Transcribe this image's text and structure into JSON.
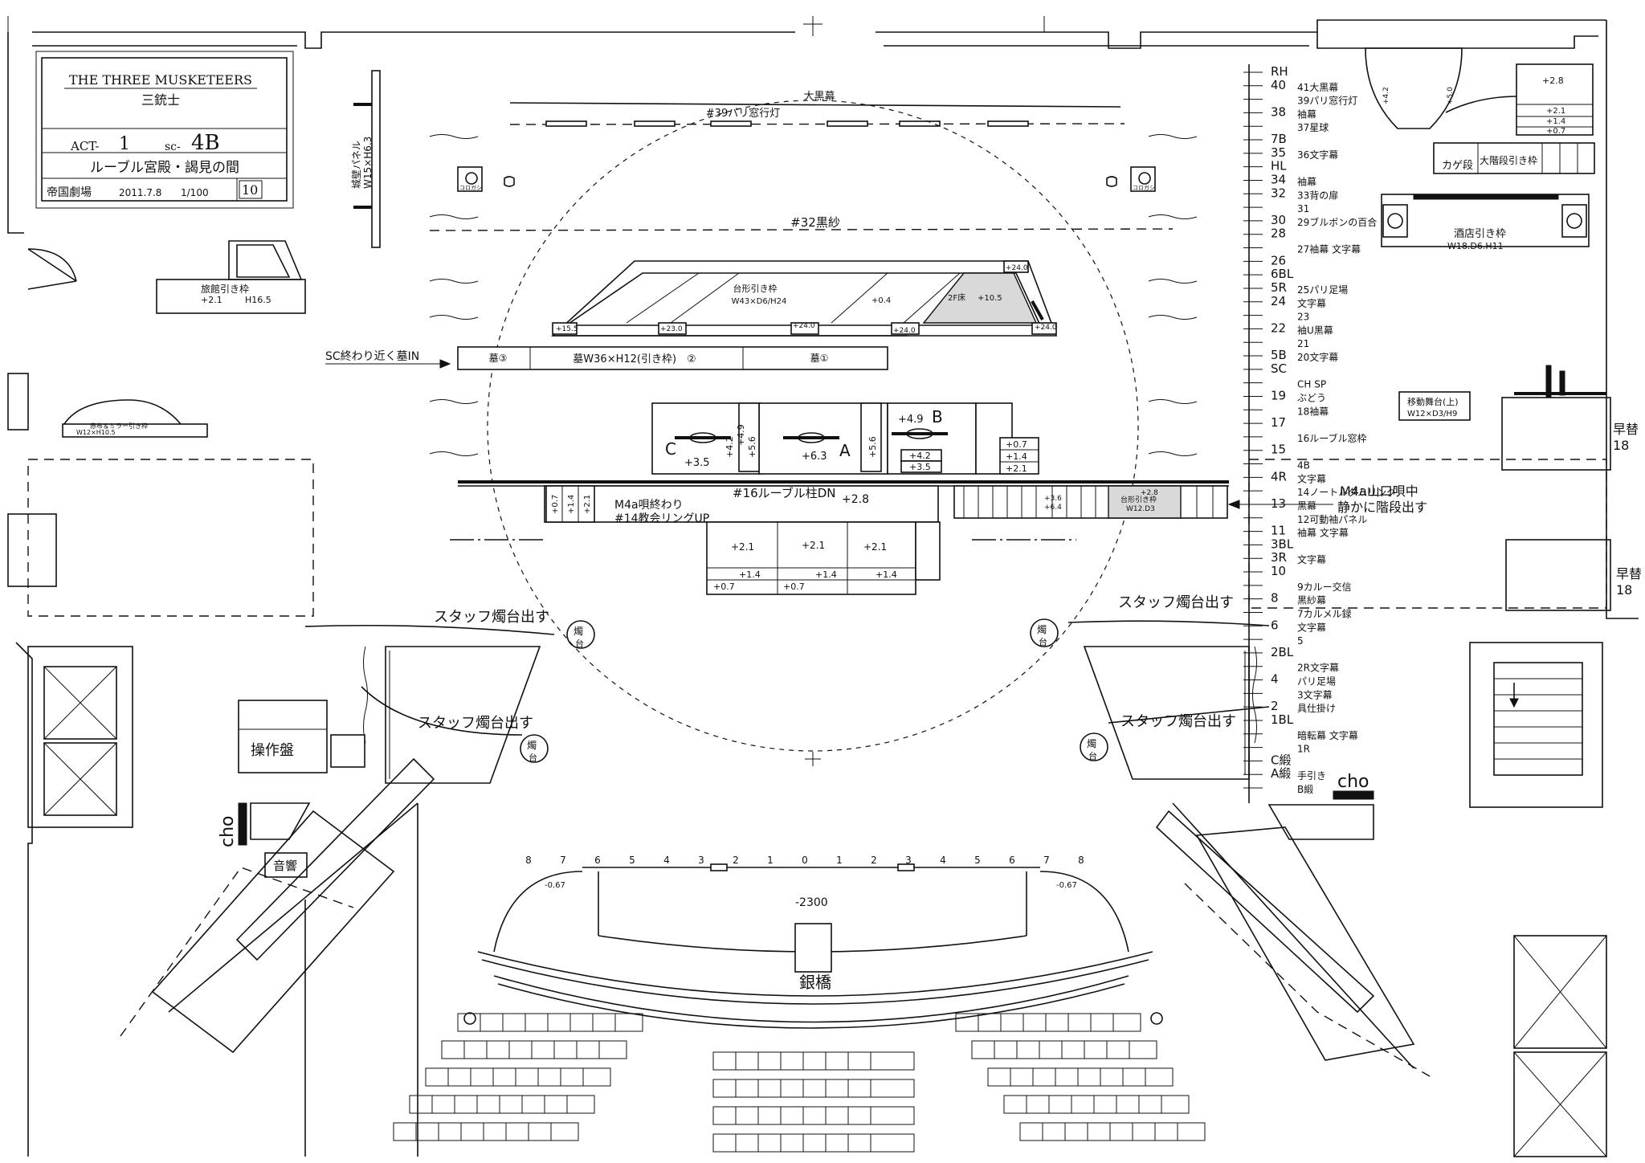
{
  "title_block": {
    "play": "THE THREE MUSKETEERS",
    "play_ja": "三銃士",
    "act_label": "ACT-",
    "act": "1",
    "sc_label": "sc-",
    "sc": "4B",
    "scene": "ルーブル宮殿・謁見の間",
    "theatre": "帝国劇場",
    "date": "2011.7.8",
    "scale": "1/100",
    "sheet": "10"
  },
  "upstage": {
    "curtain": "大黒幕",
    "lamps": "#39パリ窓行灯",
    "gauze": "#32黒紗",
    "wall_panel_1": "城壁パネル",
    "wall_panel_2": "W15×H6.3",
    "cart": "コロガシ"
  },
  "platform": {
    "title": "台形引き枠",
    "dims": "W43×D6/H24",
    "floor": "2F床",
    "floor_h": "+10.5",
    "mid": "+0.4",
    "h24": "+24.0",
    "h23": "+23.0",
    "h15": "+15.5"
  },
  "graves": {
    "cue": "SC終わり近く墓IN",
    "g3": "墓③",
    "g2": "墓W36×H12(引き枠)　②",
    "g1": "墓①"
  },
  "risers": {
    "A": "A",
    "B": "B",
    "C": "C",
    "a_h": "+6.3",
    "b_h": "+4.9",
    "c_h": "+3.5",
    "h42": "+4.2",
    "h56": "+5.6",
    "h49": "+4.9",
    "h07": "+0.7",
    "h14": "+1.4",
    "h21": "+2.1",
    "h35": "+3.5"
  },
  "downstage": {
    "pillar": "#16ルーブル柱DN",
    "pillar_h": "+2.8",
    "cue1": "M4a唄終わり",
    "cue2": "#14教会リングUP",
    "sr_platform": "台形引き枠",
    "sr_dims": "W12.D3",
    "sr_h": "+2.8",
    "h36": "+3.6",
    "h64": "+6.4",
    "sr_cue1": "M4a山口唄中",
    "sr_cue2": "静かに階段出す",
    "step_21": "+2.1",
    "step_14": "+1.4",
    "step_07": "+0.7"
  },
  "staff": {
    "candle": "スタッフ燭台出す",
    "icon1": "燭",
    "icon2": "台"
  },
  "left_units": {
    "inn": "旅館引き枠",
    "inn_h1": "+2.1",
    "inn_h2": "H16.5",
    "mirror": "赤布＆ミラー引き枠",
    "mirror_dims": "W12×H10.5",
    "console": "操作盤",
    "cho": "cho",
    "sound": "音響"
  },
  "right_units": {
    "stairs": "大階段引き枠",
    "kage": "カゲ段",
    "tavern": "酒店引き枠",
    "tavern_dims": "W18.D6.H11",
    "wagon": "移動舞台(上)",
    "wagon_dims": "W12×D3/H9",
    "fast1": "早替",
    "fast1_n": "18",
    "fast2": "早替",
    "fast2_n": "18",
    "cho": "cho",
    "h28": "+2.8",
    "h21": "+2.1",
    "h14": "+1.4",
    "h07": "+0.7",
    "h42": "+4.2",
    "h50": "+5.0"
  },
  "apron": {
    "bridge": "銀橋",
    "level": "-2300",
    "edge_l": "-0.67",
    "edge_r": "-0.67",
    "numbers": [
      "8",
      "7",
      "6",
      "5",
      "4",
      "3",
      "2",
      "1",
      "0",
      "1",
      "2",
      "3",
      "4",
      "5",
      "6",
      "7",
      "8"
    ]
  },
  "fly_list": [
    {
      "a": "RH",
      "b": ""
    },
    {
      "a": "40",
      "b": "41大黒幕"
    },
    {
      "a": "",
      "b": "39パリ窓行灯"
    },
    {
      "a": "38",
      "b": "袖幕"
    },
    {
      "a": "",
      "b": "37星球"
    },
    {
      "a": "7B",
      "b": ""
    },
    {
      "a": "35",
      "b": "36文字幕"
    },
    {
      "a": "HL",
      "b": ""
    },
    {
      "a": "34",
      "b": "袖幕"
    },
    {
      "a": "32",
      "b": "33背の扉"
    },
    {
      "a": "",
      "b": "31"
    },
    {
      "a": "30",
      "b": "29ブルボンの百合"
    },
    {
      "a": "28",
      "b": ""
    },
    {
      "a": "",
      "b": "27袖幕 文字幕"
    },
    {
      "a": "26",
      "b": ""
    },
    {
      "a": "6BL",
      "b": ""
    },
    {
      "a": "5R",
      "b": "25パリ足場"
    },
    {
      "a": "24",
      "b": "文字幕"
    },
    {
      "a": "",
      "b": "23"
    },
    {
      "a": "22",
      "b": "袖U黒幕"
    },
    {
      "a": "",
      "b": "21"
    },
    {
      "a": "5B",
      "b": "20文字幕"
    },
    {
      "a": "SC",
      "b": ""
    },
    {
      "a": "",
      "b": "CH  SP"
    },
    {
      "a": "19",
      "b": "ぶどう"
    },
    {
      "a": "",
      "b": "18袖幕"
    },
    {
      "a": "17",
      "b": ""
    },
    {
      "a": "",
      "b": "16ルーブル窓枠"
    },
    {
      "a": "15",
      "b": ""
    },
    {
      "a": "",
      "b": "4B"
    },
    {
      "a": "4R",
      "b": "文字幕"
    },
    {
      "a": "",
      "b": "14ノートルダムリング"
    },
    {
      "a": "13",
      "b": "黒幕"
    },
    {
      "a": "",
      "b": "12可動袖パネル"
    },
    {
      "a": "11",
      "b": "袖幕 文字幕"
    },
    {
      "a": "3BL",
      "b": ""
    },
    {
      "a": "3R",
      "b": "文字幕"
    },
    {
      "a": "10",
      "b": ""
    },
    {
      "a": "",
      "b": "9カルー交信"
    },
    {
      "a": "8",
      "b": "黒紗幕"
    },
    {
      "a": "",
      "b": "7カルメル録"
    },
    {
      "a": "6",
      "b": "文字幕"
    },
    {
      "a": "",
      "b": "5"
    },
    {
      "a": "2BL",
      "b": ""
    },
    {
      "a": "",
      "b": "2R文字幕"
    },
    {
      "a": "4",
      "b": "パリ足場"
    },
    {
      "a": "",
      "b": "3文字幕"
    },
    {
      "a": "2",
      "b": "具仕掛け"
    },
    {
      "a": "1BL",
      "b": ""
    },
    {
      "a": "",
      "b": "暗転幕 文字幕"
    },
    {
      "a": "",
      "b": "1R"
    },
    {
      "a": "C緞",
      "b": ""
    },
    {
      "a": "A緞",
      "b": "手引き"
    },
    {
      "a": "",
      "b": "B緞"
    }
  ]
}
